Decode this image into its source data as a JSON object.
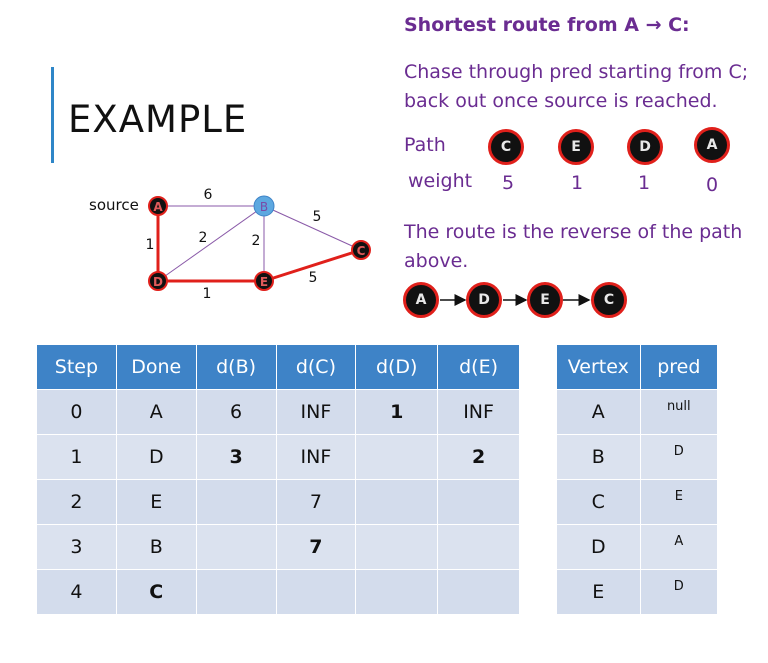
{
  "slide": {
    "title": "EXAMPLE"
  },
  "graph": {
    "source_label": "source",
    "nodes": {
      "A": "A",
      "B": "B",
      "C": "C",
      "D": "D",
      "E": "E"
    },
    "edge_weights": {
      "AB": "6",
      "AD": "1",
      "BD": "2",
      "BE": "2",
      "BC": "5",
      "DE": "1",
      "EC": "5"
    },
    "colors": {
      "route_edge": "#e0201b",
      "plain_edge": "#8a5aa8",
      "visited_node": "#111111",
      "source_node_b": "#5da8e0"
    }
  },
  "right": {
    "heading": "Shortest route from A → C:",
    "chase_text": "Chase through pred starting from C; back out once source is reached.",
    "path_label": "Path",
    "weight_label": "weight",
    "path_nodes": [
      "C",
      "E",
      "D",
      "A"
    ],
    "path_weights": [
      "5",
      "1",
      "1",
      "0"
    ],
    "reverse_text": "The route is the reverse of the path above.",
    "route_nodes": [
      "A",
      "D",
      "E",
      "C"
    ]
  },
  "dijkstra_table": {
    "headers": [
      "Step",
      "Done",
      "d(B)",
      "d(C)",
      "d(D)",
      "d(E)"
    ],
    "rows": [
      [
        "0",
        "A",
        "6",
        "INF",
        "1",
        "INF"
      ],
      [
        "1",
        "D",
        "3",
        "INF",
        "",
        "2"
      ],
      [
        "2",
        "E",
        "",
        "7",
        "",
        ""
      ],
      [
        "3",
        "B",
        "",
        "7",
        "",
        ""
      ],
      [
        "4",
        "C",
        "",
        "",
        "",
        ""
      ]
    ]
  },
  "pred_table": {
    "headers": [
      "Vertex",
      "pred"
    ],
    "rows": [
      [
        "A",
        "null"
      ],
      [
        "B",
        "D"
      ],
      [
        "C",
        "E"
      ],
      [
        "D",
        "A"
      ],
      [
        "E",
        "D"
      ]
    ]
  }
}
